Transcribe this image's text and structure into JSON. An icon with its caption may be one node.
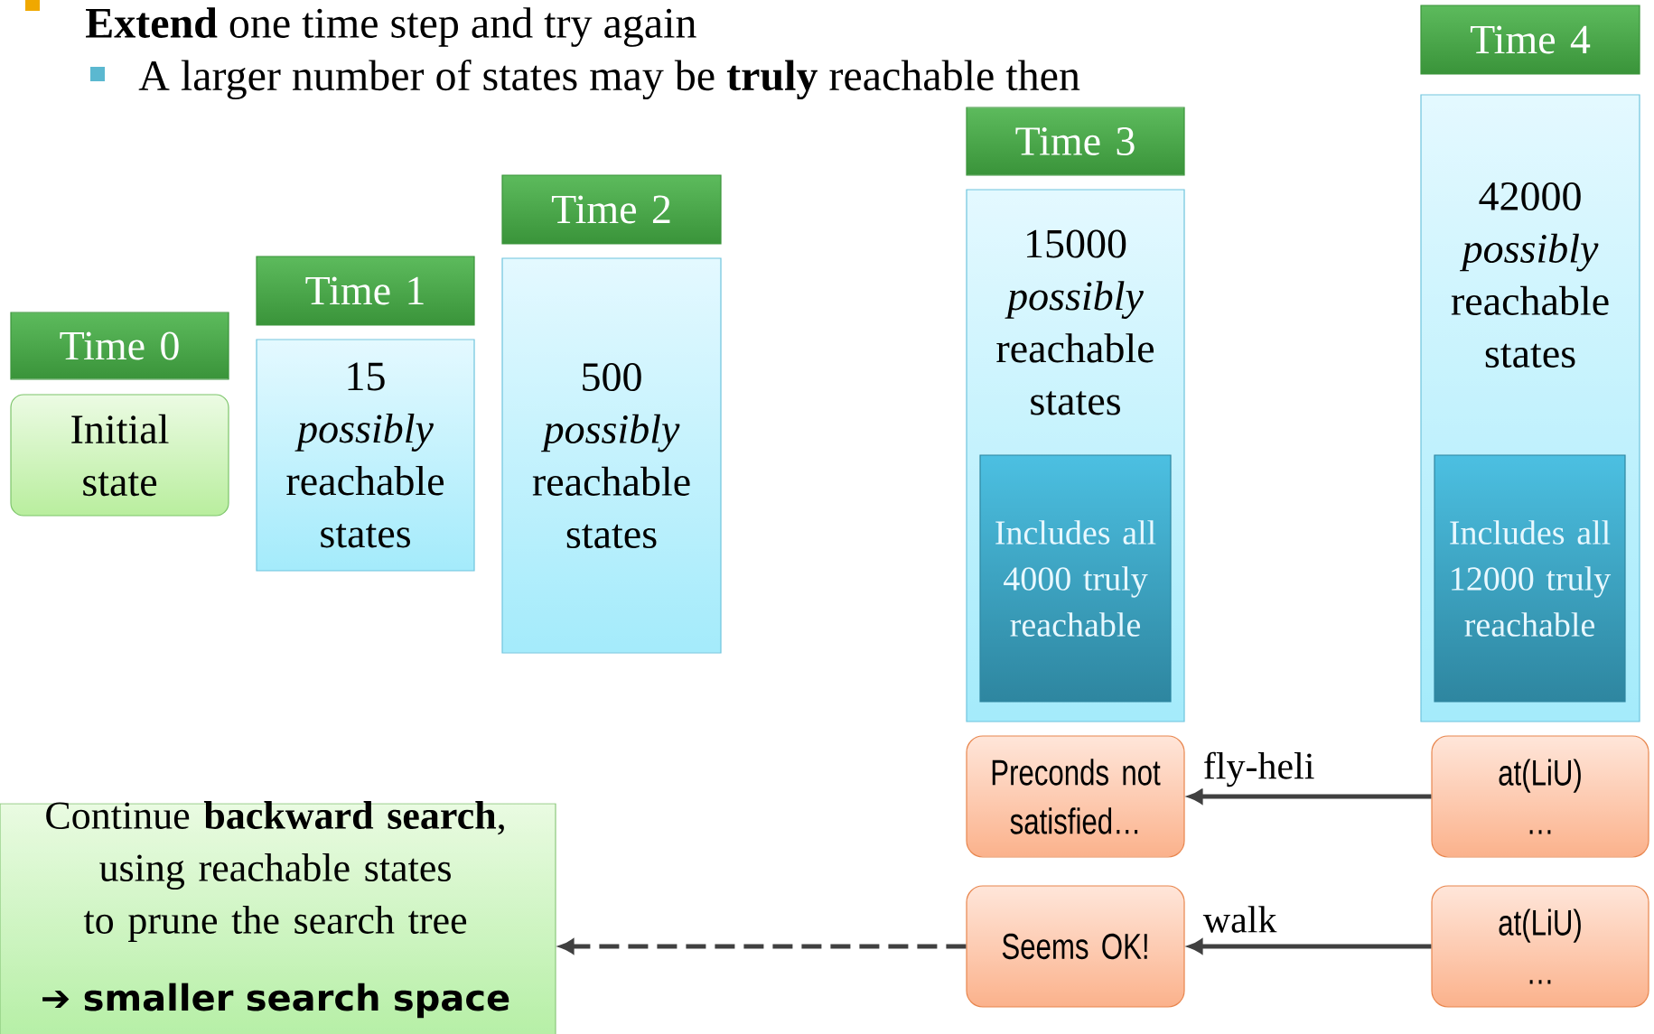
{
  "diagram": {
    "nodes": [
      {
        "text": [
          "Time 0"
        ]
      },
      {
        "text": [
          "Initial state"
        ]
      },
      {
        "text": [
          "Time 1"
        ]
      },
      {
        "text": [
          "15 *possibly* reachable states"
        ]
      },
      {
        "text": [
          "Time 2"
        ]
      },
      {
        "text": [
          "500 *possibly* reachable states"
        ]
      },
      {
        "text": [
          "Time 3"
        ]
      },
      {
        "text": [
          "15000 *possibly* reachable states"
        ]
      },
      {
        "text": [
          "Includes all 4000 truly reachable"
        ],
        "in": 7
      },
      {
        "text": [
          "Time 4"
        ]
      },
      {
        "text": [
          "42000 *possibly* reachable states"
        ]
      },
      {
        "text": [
          "Includes all 12000 truly reachable"
        ],
        "in": 10
      },
      {
        "text": [
          "Preconds not satisfied…"
        ]
      },
      {
        "text": [
          "at(LiU) …"
        ]
      },
      {
        "text": [
          "Seems OK!"
        ]
      },
      {
        "text": [
          "at(LiU) …"
        ]
      },
      {
        "text": [
          "Continue **backward search**, using reachable states to prune the search tree",
          "➔ **smaller search space**"
        ]
      }
    ],
    "edges": [
      {
        "from": 13,
        "to": 12,
        "arrow": "to",
        "label": "fly-heli"
      },
      {
        "from": 15,
        "to": 14,
        "arrow": "to",
        "label": "walk"
      },
      {
        "from": 14,
        "to": 16,
        "arrow": "to",
        "style": "dashed"
      }
    ],
    "labels": [
      "**Extend** one time step and try again",
      "A larger number of states may be **truly** reachable then"
    ]
  }
}
